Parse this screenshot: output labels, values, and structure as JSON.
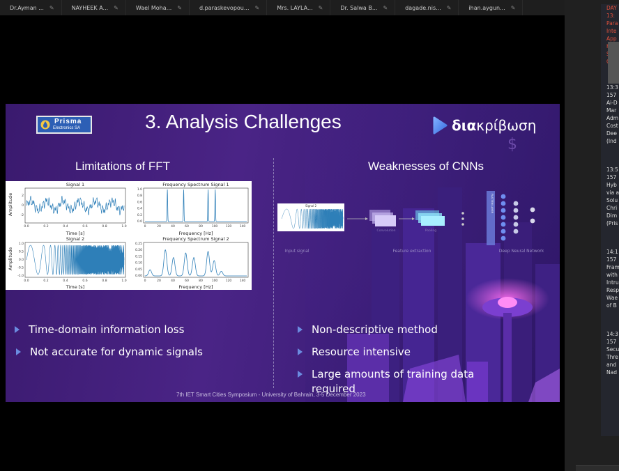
{
  "tabs": [
    {
      "label": "Dr.Ayman ..."
    },
    {
      "label": "NAYHEEK A..."
    },
    {
      "label": "Wael Moha..."
    },
    {
      "label": "d.paraskevopou..."
    },
    {
      "label": "Mrs. LAYLA..."
    },
    {
      "label": "Dr. Salwa B..."
    },
    {
      "label": "dagade.nis..."
    },
    {
      "label": "ihan.aygun..."
    }
  ],
  "slide": {
    "title": "3. Analysis Challenges",
    "prisma_logo": {
      "name": "Prisma",
      "sub": "Electronics SA"
    },
    "dia_logo": {
      "bold": "δια",
      "light": "κρίβωση"
    },
    "left_title": "Limitations of FFT",
    "right_title": "Weaknesses of CNNs",
    "fft_figure": {
      "signal1_title": "Signal 1",
      "spectrum1_title": "Frequency Spectrum Signal 1",
      "signal2_title": "Signal 2",
      "spectrum2_title": "Frequency Spectrum Signal 2",
      "time_label": "Time [s]",
      "freq_label": "Frequency [Hz]",
      "amp_label": "Amplitude",
      "time_ticks": [
        "0.0",
        "0.2",
        "0.4",
        "0.6",
        "0.8",
        "1.0"
      ],
      "freq_ticks": [
        "0",
        "20",
        "40",
        "60",
        "80",
        "100",
        "120",
        "140"
      ],
      "amp1_ticks": [
        "2",
        "0",
        "-2"
      ],
      "spec1_ticks": [
        "1.0",
        "0.8",
        "0.6",
        "0.4",
        "0.2",
        "0.0"
      ],
      "amp2_ticks": [
        "1.0",
        "0.5",
        "0.0",
        "-0.5",
        "-1.0"
      ],
      "spec2_ticks": [
        "0.25",
        "0.20",
        "0.15",
        "0.10",
        "0.05",
        "0.00"
      ]
    },
    "cnn": {
      "input_label": "Input signal",
      "feature_label": "Feature extraction",
      "dnn_label": "Deep Neural Network",
      "signal_title": "Signal 2",
      "conv_label": "Convolution",
      "pool_label": "Pooling",
      "flatten_label": "FLATTEN LAYER"
    },
    "left_bullets": [
      "Time-domain information loss",
      "Not accurate for dynamic signals"
    ],
    "right_bullets": [
      "Non-descriptive method",
      "Resource intensive",
      "Large amounts of training data required"
    ],
    "footer": "7th IET Smart Cities Symposium  -  University of Bahrain, 3-5 December 2023"
  },
  "side_panel": {
    "header_lines": [
      "DAY",
      "13:",
      "Para",
      "Inte",
      "App",
      "Hall",
      "Sess",
      "Cha"
    ],
    "entries": [
      [
        "13:3",
        "157",
        "Ai-D",
        "Mar",
        "Adm",
        "Cost",
        "Dee",
        "(Ind"
      ],
      [
        "13:5",
        "157",
        "Hyb",
        "via a",
        "Solu",
        "Chri",
        "Dim",
        "(Pris"
      ],
      [
        "14:1",
        "157",
        "Fram",
        "with",
        "Intru",
        "Resp",
        "Wae",
        "of B"
      ],
      [
        "14:3",
        "157",
        "Secu",
        "Thre",
        "and",
        "Nad"
      ]
    ]
  },
  "colors": {
    "accent": "#4a2486",
    "bullet": "#6b8ce0",
    "side_red": "#e0503c"
  }
}
